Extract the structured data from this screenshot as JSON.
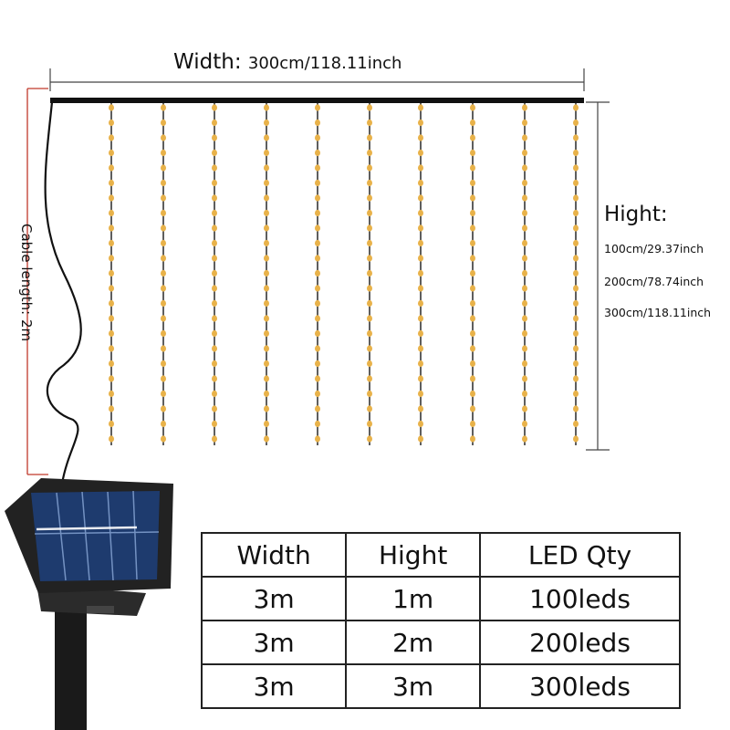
{
  "dimensions": {
    "width_label": "Width:",
    "width_value": "300cm/118.11inch",
    "hight_label": "Hight:",
    "hight_options": [
      "100cm/29.37inch",
      "200cm/78.74inch",
      "300cm/118.11inch"
    ],
    "cable_label": "Cable length: 2m"
  },
  "table": {
    "headers": [
      "Width",
      "Hight",
      "LED Qty"
    ],
    "rows": [
      [
        "3m",
        "1m",
        "100leds"
      ],
      [
        "3m",
        "2m",
        "200leds"
      ],
      [
        "3m",
        "3m",
        "300leds"
      ]
    ]
  },
  "colors": {
    "bulb": "#e8b24a",
    "wire": "#1a1a1a",
    "measure_red": "#c0392b"
  },
  "icons": [
    "solar-panel-icon"
  ]
}
